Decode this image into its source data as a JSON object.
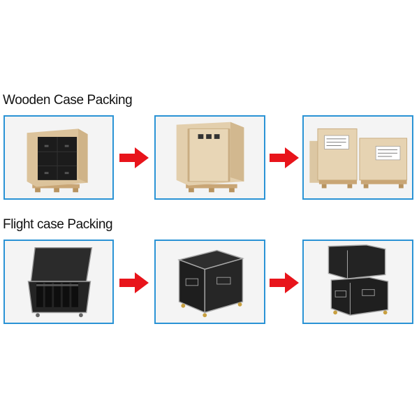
{
  "sections": [
    {
      "title": "Wooden Case Packing",
      "panels": [
        "wooden-case-open-front",
        "wooden-case-closed",
        "wooden-cases-labeled"
      ]
    },
    {
      "title": "Flight case Packing",
      "panels": [
        "flight-case-open-with-cabinets",
        "flight-case-closed-on-wheels",
        "flight-cases-stacked"
      ]
    }
  ],
  "arrows": {
    "color": "#e8141b",
    "direction": "right"
  },
  "colors": {
    "frame_border": "#2a93d5",
    "arrow": "#e8141b"
  }
}
